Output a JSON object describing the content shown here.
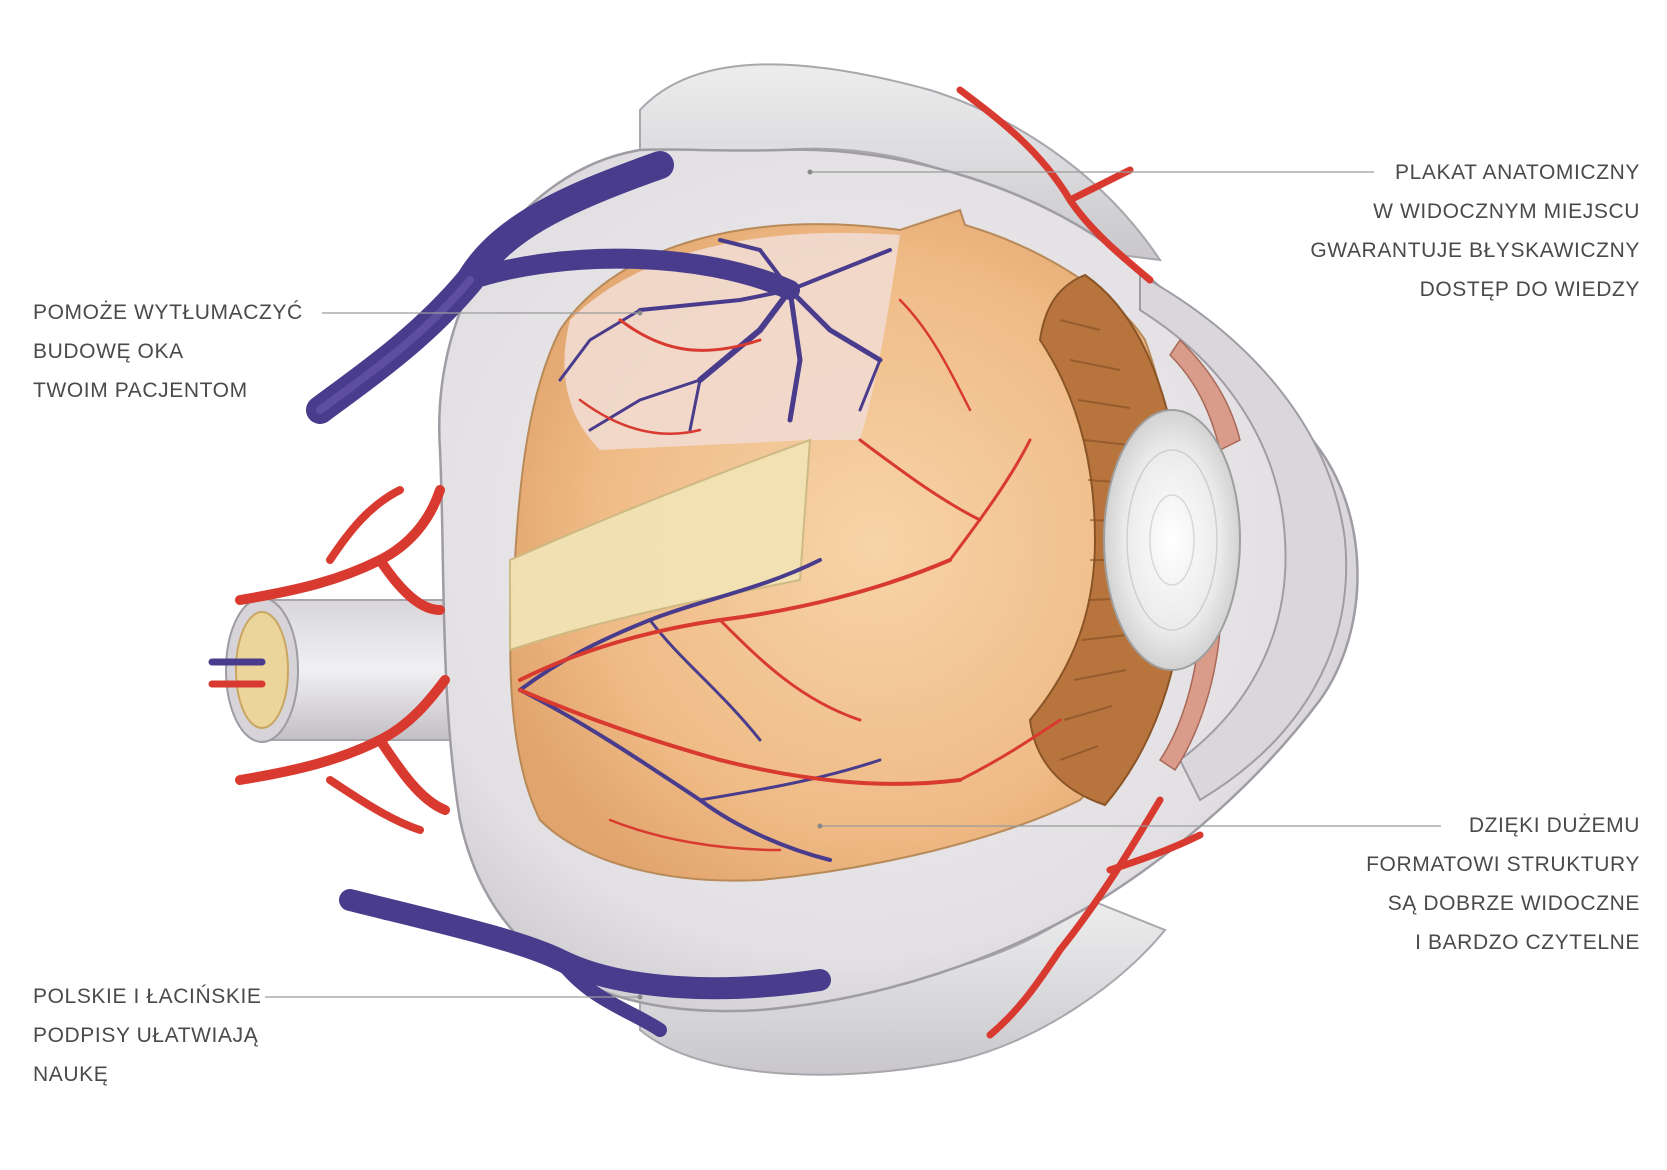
{
  "callouts": {
    "top_right": [
      "PLAKAT ANATOMICZNY",
      "W WIDOCZNYM MIEJSCU",
      "GWARANTUJE BŁYSKAWICZNY",
      "DOSTĘP DO WIEDZY"
    ],
    "left_upper": [
      "POMOŻE WYTŁUMACZYĆ",
      "BUDOWĘ OKA",
      "TWOIM PACJENTOM"
    ],
    "bottom_right": [
      "DZIĘKI DUŻEMU",
      "FORMATOWI STRUKTURY",
      "SĄ DOBRZE WIDOCZNE",
      "I BARDZO CZYTELNE"
    ],
    "bottom_left": [
      "POLSKIE I ŁACIŃSKIE",
      "PODPISY UŁATWIAJĄ",
      "NAUKĘ"
    ]
  },
  "colors": {
    "sclera": "#e6e4e6",
    "sclera_shade": "#c9c6cb",
    "choroid": "#f2c392",
    "retina_flap": "#f2e2b4",
    "ciliary": "#b8743d",
    "lens": "#ececec",
    "artery": "#d93a30",
    "vein": "#4a3c8c",
    "leader": "#9a9a9a",
    "text": "#4a4a4a"
  },
  "icons": [
    "optic-nerve",
    "vortex-vein",
    "central-retinal-vein",
    "lens",
    "ciliary-body"
  ]
}
